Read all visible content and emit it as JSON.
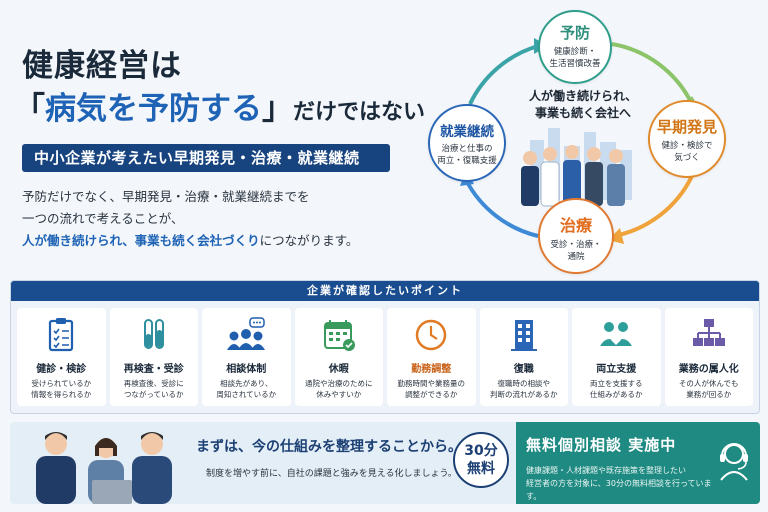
{
  "hero": {
    "title_line1": "健康経営は",
    "title_open": "「",
    "title_highlight": "病気を予防する",
    "title_close": "」",
    "title_rest": "だけではない",
    "banner": "中小企業が考えたい早期発見・治療・就業継続",
    "desc_line1": "予防だけでなく、早期発見・治療・就業継続までを",
    "desc_line2": "一つの流れで考えることが、",
    "desc_line3_strong": "人が働き続けられ、事業も続く会社づくり",
    "desc_line3_rest": "につながります。"
  },
  "cycle": {
    "center_line1": "人が働き続けられ、",
    "center_line2": "事業も続く会社へ",
    "nodes": [
      {
        "title": "予防",
        "desc1": "健康診断・",
        "desc2": "生活習慣改善"
      },
      {
        "title": "早期発見",
        "desc1": "健診・検診で",
        "desc2": "気づく"
      },
      {
        "title": "治療",
        "desc1": "受診・治療・",
        "desc2": "通院"
      },
      {
        "title": "就業継続",
        "desc1": "治療と仕事の",
        "desc2": "両立・復職支援"
      }
    ]
  },
  "points": {
    "header": "企業が確認したいポイント",
    "cards": [
      {
        "icon": "checklist-icon",
        "title": "健診・検診",
        "desc1": "受けられているか",
        "desc2": "情報を得られるか"
      },
      {
        "icon": "test-tube-icon",
        "title": "再検査・受診",
        "desc1": "再検査後、受診に",
        "desc2": "つながっているか"
      },
      {
        "icon": "people-consult-icon",
        "title": "相談体制",
        "desc1": "相談先があり、",
        "desc2": "周知されているか"
      },
      {
        "icon": "calendar-icon",
        "title": "休暇",
        "desc1": "通院や治療のために",
        "desc2": "休みやすいか"
      },
      {
        "icon": "clock-icon",
        "title": "勤務調整",
        "desc1": "勤務時間や業務量の",
        "desc2": "調整ができるか"
      },
      {
        "icon": "building-icon",
        "title": "復職",
        "desc1": "復職時の相談や",
        "desc2": "判断の流れがあるか"
      },
      {
        "icon": "support-hands-icon",
        "title": "両立支援",
        "desc1": "両立を支援する",
        "desc2": "仕組みがあるか"
      },
      {
        "icon": "org-chart-icon",
        "title": "業務の属人化",
        "desc1": "その人が休んでも",
        "desc2": "業務が回るか"
      }
    ]
  },
  "bottom": {
    "headline": "まずは、今の仕組みを整理することから。",
    "sub": "制度を増やす前に、自社の課題と強みを見える化しましょう。",
    "badge_line1": "30分",
    "badge_line2": "無料",
    "cta_title": "無料個別相談 実施中",
    "cta_desc1": "健康課題・人材課題や既存施策を整理したい",
    "cta_desc2": "経営者の方を対象に、30分の無料相談を行っています。"
  },
  "colors": {
    "navy": "#17437f",
    "blue": "#1e63b5",
    "teal": "#1f8a82",
    "orange": "#e26d1e",
    "green": "#2e9e8a"
  }
}
